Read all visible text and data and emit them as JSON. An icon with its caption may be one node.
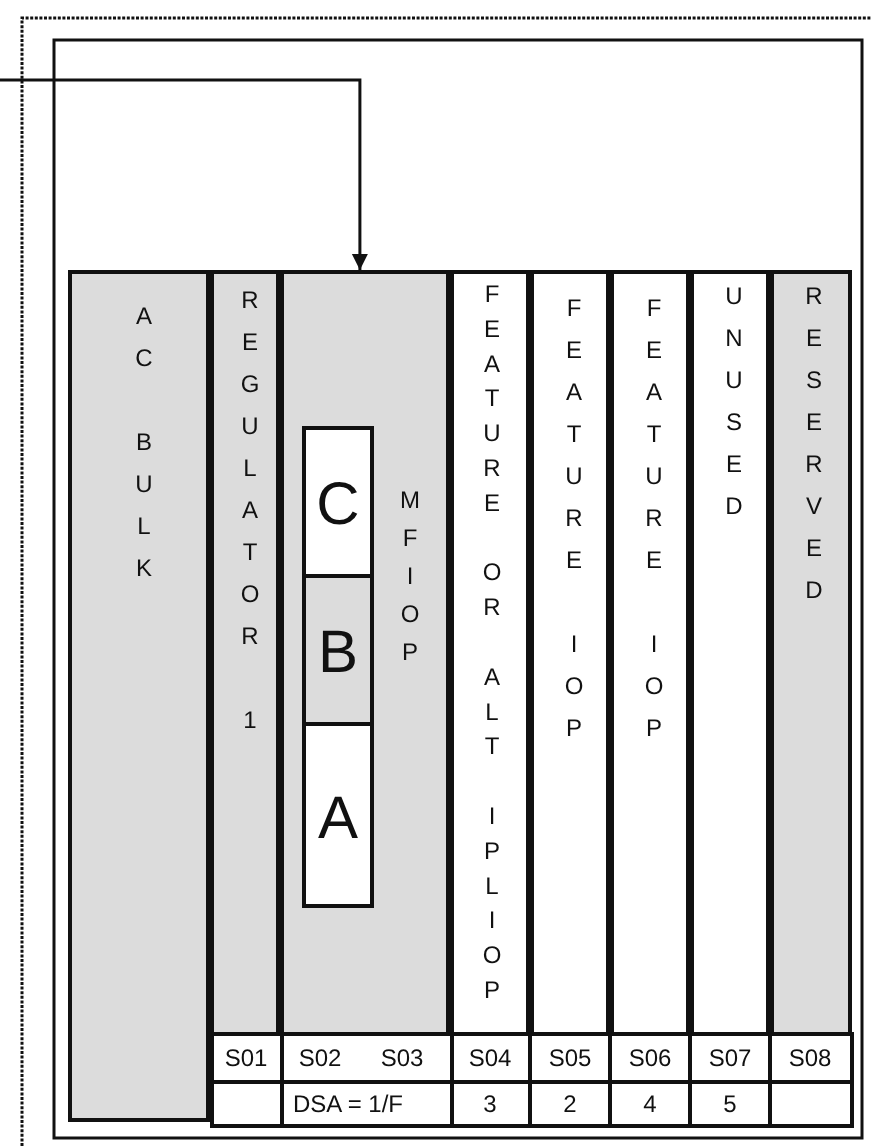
{
  "diagram": {
    "nodes": [
      {
        "text": [
          "AC BULK"
        ]
      },
      {
        "text": [
          "REGULATOR 1"
        ]
      },
      {
        "text": [
          "MFIOP"
        ]
      },
      {
        "text": [
          "C"
        ],
        "in": 2
      },
      {
        "text": [
          "B"
        ],
        "in": 2
      },
      {
        "text": [
          "A"
        ],
        "in": 2
      },
      {
        "text": [
          "FEATURE OR ALT IPLIOP"
        ]
      },
      {
        "text": [
          "FEATURE IOP"
        ]
      },
      {
        "text": [
          "FEATURE IOP"
        ]
      },
      {
        "text": [
          "UNUSED"
        ]
      },
      {
        "text": [
          "RESERVED"
        ]
      }
    ],
    "edges": [
      {
        "from": null,
        "to": 2,
        "arrow": "to"
      }
    ],
    "labels": [
      "S01",
      "S02",
      "S03",
      "S04",
      "S05",
      "S06",
      "S07",
      "S08",
      "DSA = 1/F",
      "3",
      "2",
      "4",
      "5"
    ]
  }
}
